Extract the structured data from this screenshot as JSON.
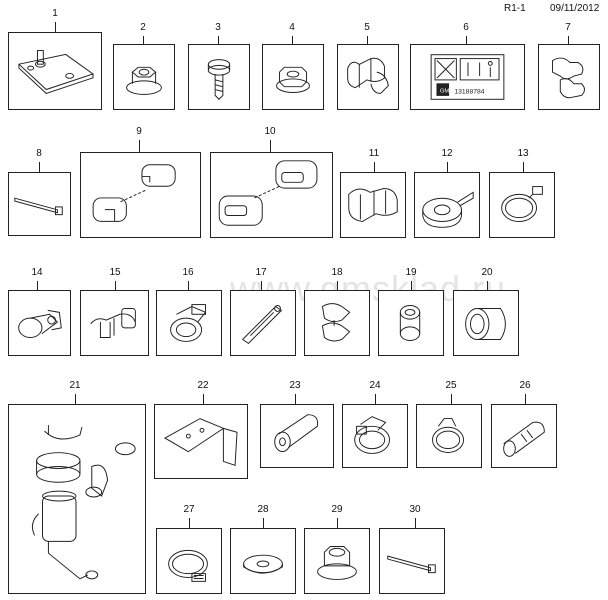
{
  "header": {
    "code": "R1-1",
    "date": "09/11/2012"
  },
  "watermark": "www.gmsklad.ru",
  "label_text": {
    "part_no": "13188784",
    "brand": "GM"
  },
  "parts": [
    {
      "n": "1"
    },
    {
      "n": "2"
    },
    {
      "n": "3"
    },
    {
      "n": "4"
    },
    {
      "n": "5"
    },
    {
      "n": "6"
    },
    {
      "n": "7"
    },
    {
      "n": "8"
    },
    {
      "n": "9"
    },
    {
      "n": "10"
    },
    {
      "n": "11"
    },
    {
      "n": "12"
    },
    {
      "n": "13"
    },
    {
      "n": "14"
    },
    {
      "n": "15"
    },
    {
      "n": "16"
    },
    {
      "n": "17"
    },
    {
      "n": "18"
    },
    {
      "n": "19"
    },
    {
      "n": "20"
    },
    {
      "n": "21"
    },
    {
      "n": "22"
    },
    {
      "n": "23"
    },
    {
      "n": "24"
    },
    {
      "n": "25"
    },
    {
      "n": "26"
    },
    {
      "n": "27"
    },
    {
      "n": "28"
    },
    {
      "n": "29"
    },
    {
      "n": "30"
    }
  ]
}
